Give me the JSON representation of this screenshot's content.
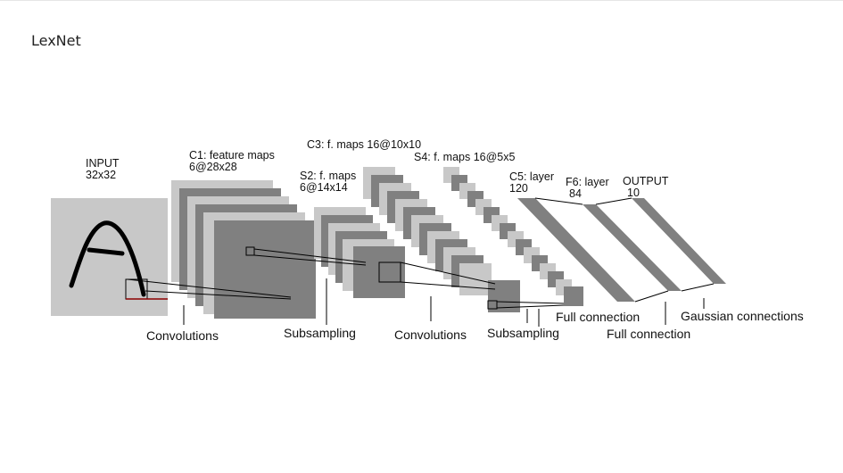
{
  "page": {
    "title": "LexNet"
  },
  "diagram": {
    "layers": {
      "input": {
        "label": "INPUT",
        "size": "32x32"
      },
      "c1": {
        "label": "C1: feature maps",
        "size": "6@28x28"
      },
      "s2": {
        "label": "S2: f. maps",
        "size": "6@14x14"
      },
      "c3": {
        "label": "C3: f. maps 16@10x10"
      },
      "s4": {
        "label": "S4: f. maps 16@5x5"
      },
      "c5": {
        "label": "C5: layer",
        "size": "120"
      },
      "f6": {
        "label": "F6: layer",
        "size": "84"
      },
      "output": {
        "label": "OUTPUT",
        "size": "10"
      }
    },
    "operations": {
      "conv1": "Convolutions",
      "sub1": "Subsampling",
      "conv2": "Convolutions",
      "sub2": "Subsampling",
      "full1": "Full connection",
      "full2": "Full connection",
      "gauss": "Gaussian connections"
    },
    "colors": {
      "input_bg": "#c8c8c8",
      "map_light": "#c8c8c8",
      "map_dark": "#808080",
      "link": "#000000",
      "accent": "#8b0000"
    }
  }
}
